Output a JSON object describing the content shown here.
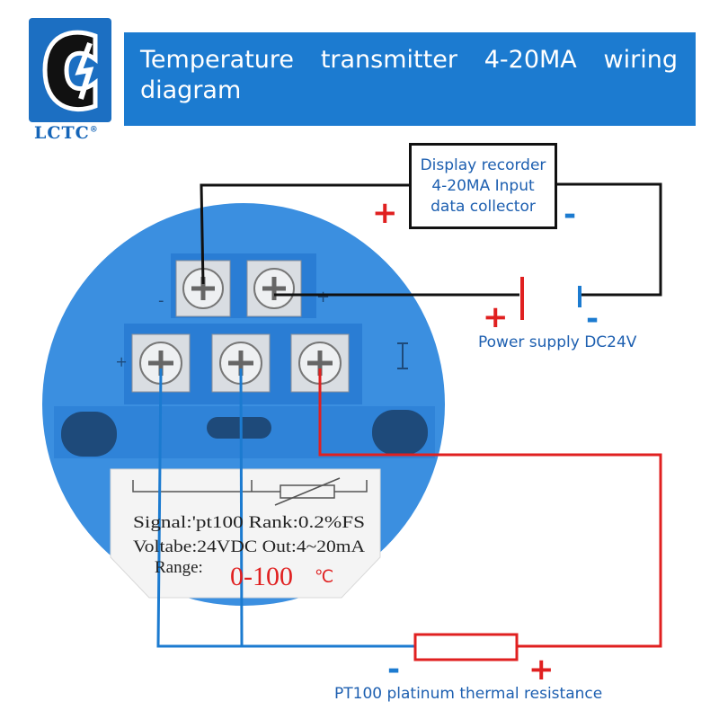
{
  "brand": {
    "name": "LCTC",
    "registered": "®"
  },
  "title": {
    "line1": "Temperature transmitter 4-20MA wiring",
    "line2": "diagram"
  },
  "display_box": {
    "line1": "Display recorder",
    "line2": "4-20MA Input",
    "line3": "data collector"
  },
  "signs": {
    "plus": "+",
    "minus": "-"
  },
  "labels": {
    "power_supply": "Power supply DC24V",
    "pt100": "PT100 platinum thermal resistance"
  },
  "device_label": {
    "line1": "Signal:'pt100  Rank:0.2%FS",
    "line2": "Voltabe:24VDC  Out:4~20mA",
    "range_label": "Range:",
    "range_value": "0-100",
    "range_unit": "℃"
  },
  "colors": {
    "brand_blue": "#1c7bd0",
    "device_blue": "#3b8fe0",
    "wire_black": "#111111",
    "wire_red": "#e02020",
    "wire_blue": "#1c7bd0"
  }
}
